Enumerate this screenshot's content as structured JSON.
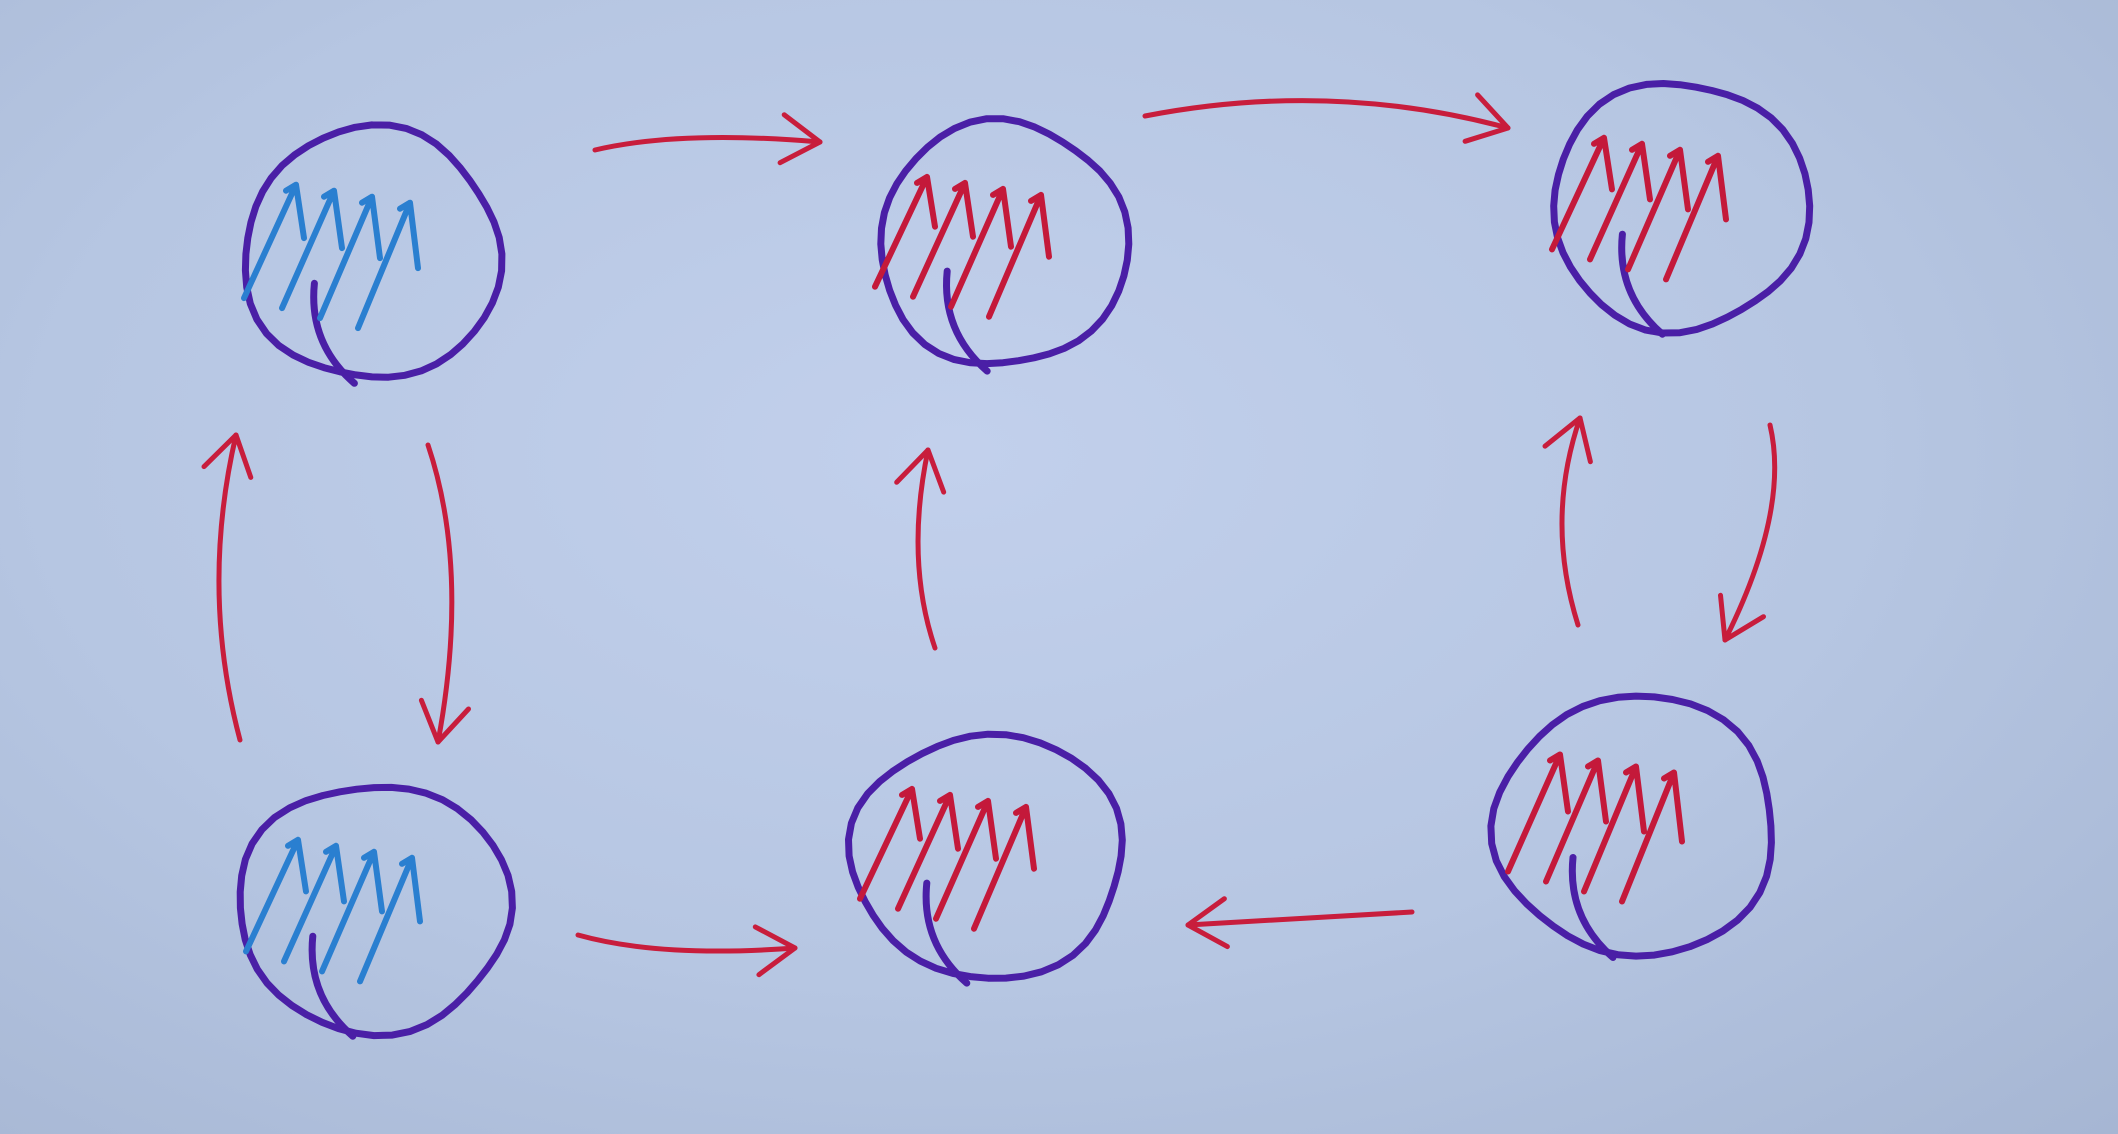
{
  "colors": {
    "paper": "#b6c6e2",
    "ring": "#4a1fa6",
    "hatch_blue": "#2a7fd0",
    "hatch_red": "#c4193a",
    "arrow": "#c81d3c"
  },
  "nodes": [
    {
      "id": "top-left",
      "hatch": "blue"
    },
    {
      "id": "top-middle",
      "hatch": "red"
    },
    {
      "id": "top-right",
      "hatch": "red"
    },
    {
      "id": "bottom-left",
      "hatch": "blue"
    },
    {
      "id": "bottom-middle",
      "hatch": "red"
    },
    {
      "id": "bottom-right",
      "hatch": "red"
    }
  ],
  "edges": [
    {
      "from": "top-left",
      "to": "top-middle"
    },
    {
      "from": "top-middle",
      "to": "top-right"
    },
    {
      "from": "top-left",
      "to": "bottom-left"
    },
    {
      "from": "bottom-left",
      "to": "top-left"
    },
    {
      "from": "bottom-left",
      "to": "bottom-middle"
    },
    {
      "from": "bottom-middle",
      "to": "top-middle"
    },
    {
      "from": "top-right",
      "to": "bottom-right"
    },
    {
      "from": "bottom-right",
      "to": "top-right"
    },
    {
      "from": "bottom-right",
      "to": "bottom-middle"
    }
  ]
}
